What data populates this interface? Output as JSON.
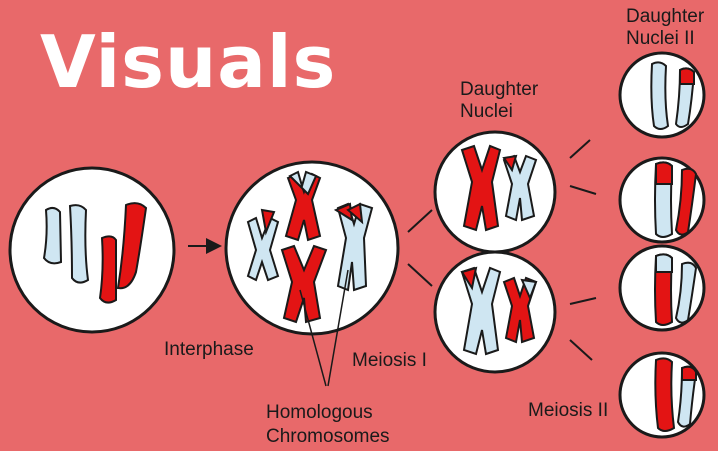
{
  "title": "Visuals",
  "labels": {
    "interphase": "Interphase",
    "meiosis_1": "Meiosis I",
    "meiosis_2": "Meiosis II",
    "daughter_nuclei_line1": "Daughter",
    "daughter_nuclei_line2": "Nuclei",
    "daughter_nuclei_2_line1": "Daughter",
    "daughter_nuclei_2_line2": "Nuclei II",
    "homologous_line1": "Homologous",
    "homologous_line2": "Chromosomes"
  },
  "colors": {
    "background": "#e8696a",
    "chromosome_red": "#e31414",
    "chromosome_blue": "#cfe6f2",
    "cell_fill": "#ffffff",
    "outline": "#1a1a1a"
  }
}
